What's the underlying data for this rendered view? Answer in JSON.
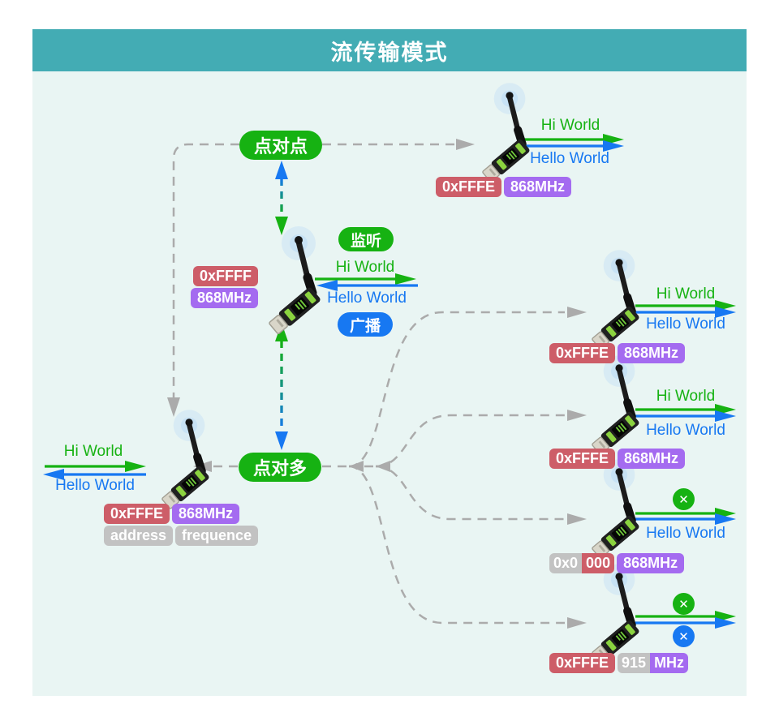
{
  "header": {
    "title": "流传输模式"
  },
  "pills": {
    "point_to_point": "点对点",
    "listen": "监听",
    "broadcast": "广播",
    "point_to_many": "点对多"
  },
  "messages": {
    "hi": "Hi World",
    "hello": "Hello World"
  },
  "icons": {
    "cross": "✕"
  },
  "devices": {
    "hub": {
      "address": "0xFFFF",
      "frequency": "868MHz"
    },
    "top": {
      "address": "0xFFFE",
      "frequency": "868MHz"
    },
    "left": {
      "address": "0xFFFE",
      "frequency": "868MHz",
      "address_caption": "address",
      "frequency_caption": "frequence"
    },
    "node1": {
      "address": "0xFFFE",
      "frequency": "868MHz"
    },
    "node2": {
      "address": "0xFFFE",
      "frequency": "868MHz"
    },
    "node3": {
      "address_prefix": "0x0",
      "address_suffix": "000",
      "frequency": "868MHz"
    },
    "node4": {
      "address": "0xFFFE",
      "frequency_prefix": "915",
      "frequency_suffix": "MHz"
    }
  },
  "colors": {
    "teal": "#43ACB4",
    "canvas-bg": "#E9F5F3",
    "green": "#16B212",
    "blue": "#1778F2",
    "red": "#CD5D68",
    "purple": "#A46BF0",
    "badge-gray": "#C2C2C2",
    "line-gray": "#ABABAB",
    "glow": "#BFDDF6"
  }
}
